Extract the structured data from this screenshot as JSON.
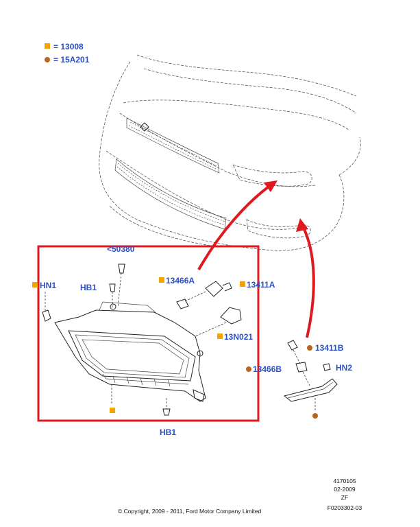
{
  "legend": [
    {
      "marker": "square",
      "color": "#f5a300",
      "text": "= 13008"
    },
    {
      "marker": "dot",
      "color": "#b8651e",
      "text": "= 15A201"
    }
  ],
  "callouts": {
    "hn1": "HN1",
    "hb1_top": "HB1",
    "w50380": "<50380",
    "p13466a": "13466A",
    "p13411a": "13411A",
    "p13n021": "13N021",
    "p13411b": "13411B",
    "p13466b": "13466B",
    "hn2": "HN2",
    "hb1_bottom": "HB1"
  },
  "footer": {
    "copyright": "© Copyright, 2009 - 2011, Ford Motor Company Limited",
    "ref_number": "4170105",
    "date": "02-2009",
    "code": "ZF",
    "drawing_id": "F0203302-03"
  },
  "colors": {
    "callout_text": "#2a4fc6",
    "highlight_frame": "#e0191f",
    "arrow": "#e0191f",
    "square_marker": "#f5a300",
    "dot_marker": "#b8651e"
  }
}
